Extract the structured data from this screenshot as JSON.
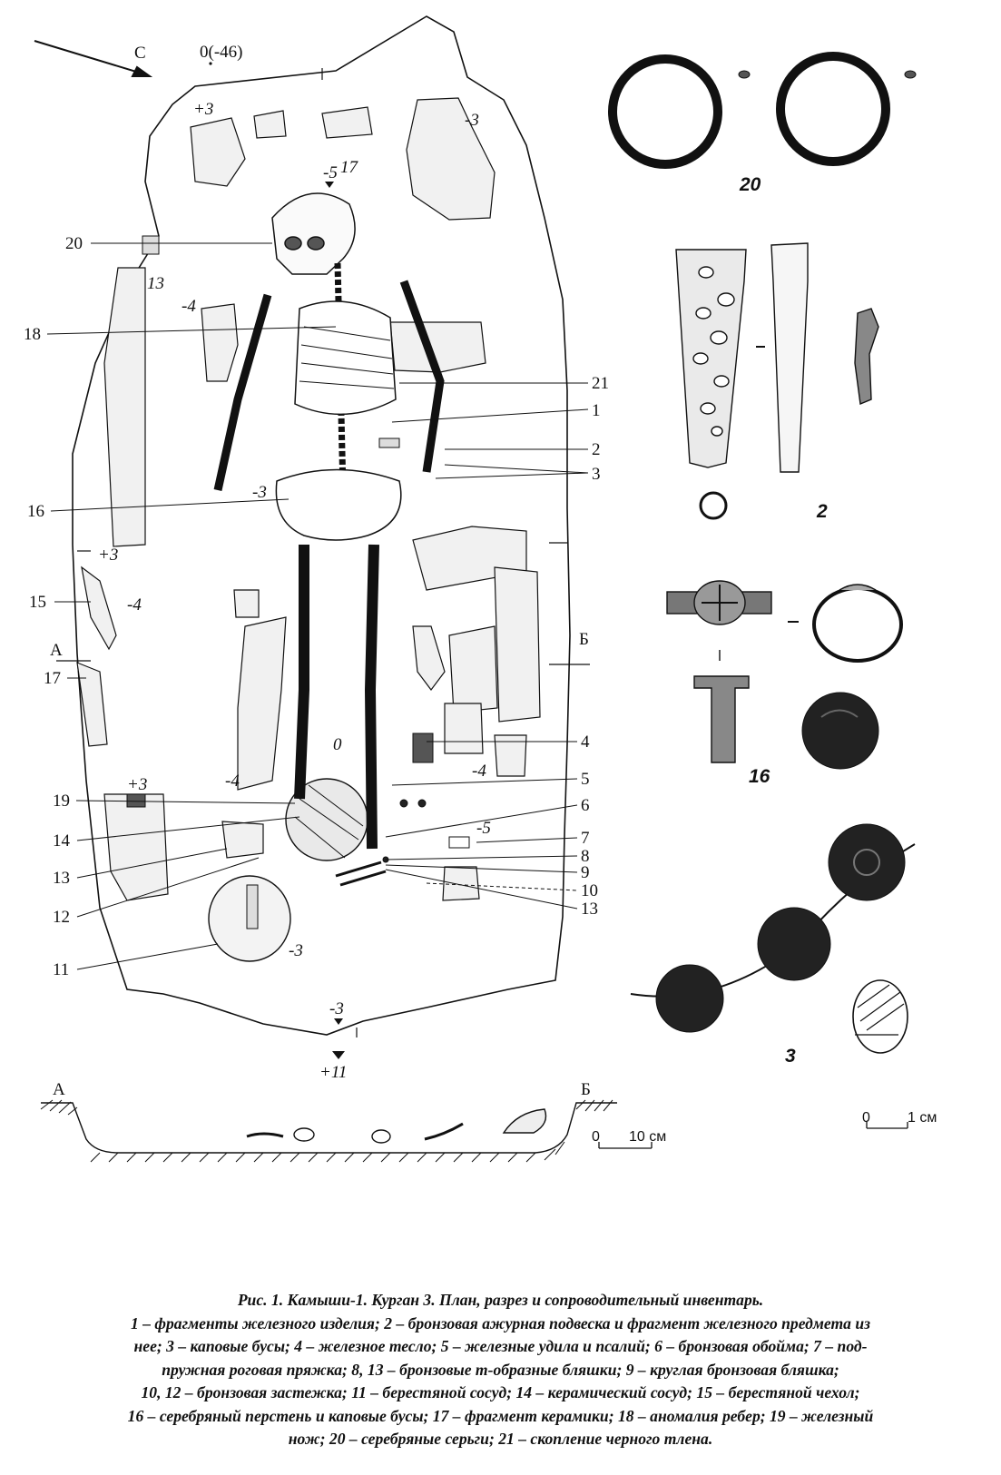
{
  "figure": {
    "compass": "С",
    "top_depth": "0(-46)",
    "head_depth": "-5",
    "bottom_depth_1": "-3",
    "bottom_depth_2": "+11",
    "section_left": "А",
    "section_right": "Б",
    "section_scale": {
      "zero": "0",
      "label": "10 см"
    },
    "artifact_scale": {
      "zero": "0",
      "label": "1 см"
    },
    "left_labels": [
      "20",
      "18",
      "16",
      "15",
      "17",
      "19",
      "14",
      "13",
      "12",
      "11"
    ],
    "right_labels": [
      "21",
      "1",
      "2",
      "3",
      "4",
      "5",
      "6",
      "7",
      "8",
      "9",
      "10",
      "13"
    ],
    "inner_labels": {
      "skull": "17",
      "vessel": "0",
      "plus3_top": "+3",
      "minus3_top": "-3",
      "plus3_left": "+3",
      "minus4_left": "-4",
      "three_left": "13",
      "minus3_pelvis": "-3",
      "minus4_15": "-4",
      "plus3_19": "+3",
      "minus4_mid": "-4",
      "minus4_right": "-4",
      "minus5_right": "-5",
      "minus3_11": "-3"
    },
    "artifact_numbers": [
      "20",
      "2",
      "16",
      "3"
    ]
  },
  "caption": {
    "title": "Рис. 1. Камыши-1. Курган 3. План, разрез и сопроводительный инвентарь.",
    "lines": [
      "1 – фрагменты железного изделия; 2 – бронзовая ажурная подвеска и фрагмент железного предмета из",
      "нее; 3 – каповые бусы; 4 – железное тесло; 5 – железные удила и псалий; 6 – бронзовая обойма; 7 – под-",
      "пружная роговая пряжка; 8, 13 – бронзовые т-образные бляшки; 9 – круглая бронзовая бляшка;",
      "10, 12 – бронзовая застежка; 11 – берестяной сосуд; 14 – керамический сосуд; 15 – берестяной чехол;",
      "16 – серебряный перстень и каповые бусы; 17 – фрагмент керамики; 18 – аномалия ребер; 19 – железный",
      "нож; 20 – серебряные серьги; 21 – скопление черного тлена."
    ]
  }
}
